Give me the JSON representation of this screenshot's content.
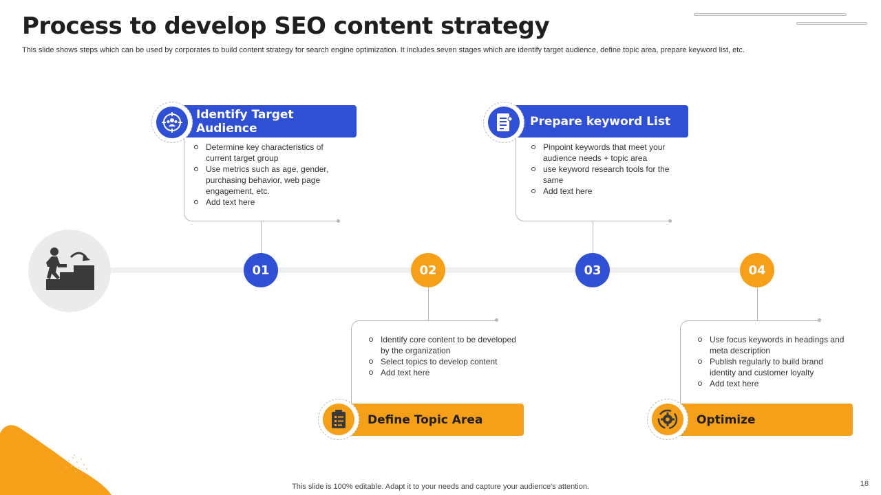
{
  "slide": {
    "title": "Process to develop SEO content strategy",
    "subtitle": "This slide shows steps which can be used by corporates to build content strategy for search engine optimization. It includes seven stages which are identify target audience, define topic area, prepare keyword list, etc.",
    "footer": "This slide is 100% editable. Adapt it to your needs and capture your audience's attention.",
    "page_number": "18"
  },
  "colors": {
    "blue": "#2f4fd5",
    "orange": "#f6a01a",
    "dark": "#1f1f1f",
    "gray": "#ebebeb"
  },
  "steps": [
    {
      "number": "01",
      "title": "Identify Target Audience",
      "icon": "audience-target-icon",
      "bullets": [
        "Determine  key characteristics of current target group",
        "Use metrics such as age, gender, purchasing behavior, web page engagement,  etc.",
        "Add text here"
      ]
    },
    {
      "number": "02",
      "title": "Define Topic Area",
      "icon": "checklist-clipboard-icon",
      "bullets": [
        "Identify core content to be developed  by the organization",
        "Select topics to develop  content",
        "Add text here"
      ]
    },
    {
      "number": "03",
      "title": "Prepare keyword List",
      "icon": "document-list-icon",
      "bullets": [
        "Pinpoint keywords that meet your audience needs + topic area",
        " use keyword research tools for the same",
        "Add text here"
      ]
    },
    {
      "number": "04",
      "title": "Optimize",
      "icon": "gear-cycle-icon",
      "bullets": [
        "Use focus keywords in headings and meta description",
        "Publish regularly to build brand identity and customer loyalty",
        "Add text here"
      ]
    }
  ]
}
